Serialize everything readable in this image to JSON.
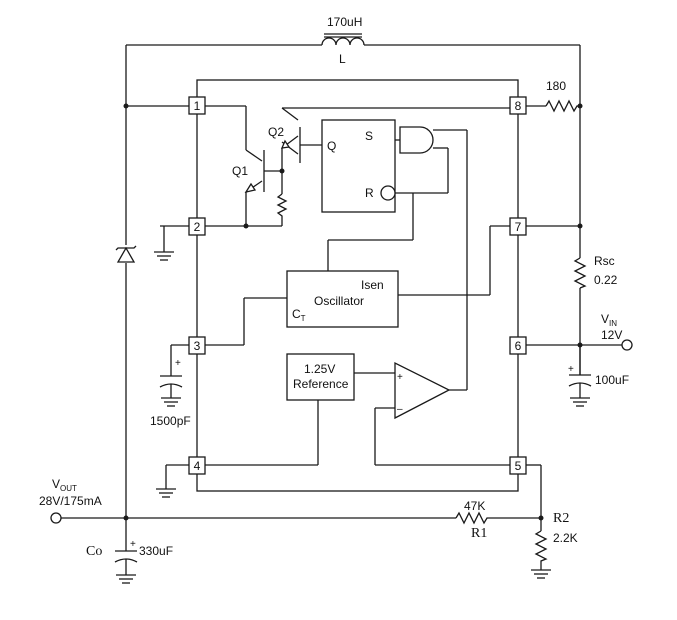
{
  "inductor": {
    "value": "170uH",
    "name": "L"
  },
  "resistors": {
    "r180": "180",
    "rsc_name": "Rsc",
    "rsc_value": "0.22",
    "r1_value": "47K",
    "r1_name": "R1",
    "r2_name": "R2",
    "r2_value": "2.2K"
  },
  "capacitors": {
    "ct_value": "1500pF",
    "cin_value": "100uF",
    "co_name": "Co",
    "co_value": "330uF",
    "plus": "+"
  },
  "vin": {
    "v": "V",
    "sub": "IN",
    "value": "12V"
  },
  "vout": {
    "v": "V",
    "sub": "OUT",
    "value": "28V/175mA"
  },
  "pins": [
    "1",
    "2",
    "3",
    "4",
    "5",
    "6",
    "7",
    "8"
  ],
  "transistors": {
    "q1": "Q1",
    "q2": "Q2"
  },
  "flipflop": {
    "s": "S",
    "r": "R",
    "q": "Q"
  },
  "oscillator": {
    "isen": "Isen",
    "ct": "C",
    "ct_sub": "T",
    "label": "Oscillator"
  },
  "reference": {
    "line1": "1.25V",
    "line2": "Reference"
  },
  "comparator": {
    "plus": "+",
    "minus": "–"
  }
}
